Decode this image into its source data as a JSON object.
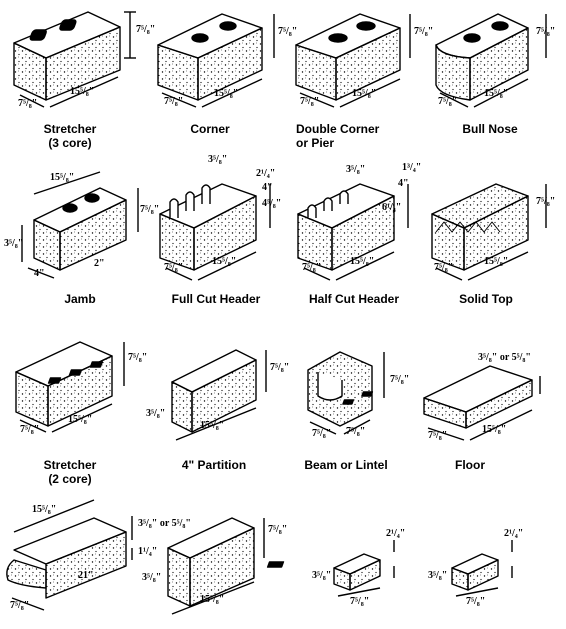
{
  "blocks": [
    {
      "caption": "Stretcher",
      "caption2": "(3 core)",
      "dims": [
        "7⁵/₈\"",
        "7⁵/₈\"",
        "15⁵/₈\""
      ]
    },
    {
      "caption": "Corner",
      "dims": [
        "7⁵/₈\"",
        "7⁵/₈\"",
        "15⁵/₈\""
      ]
    },
    {
      "caption": "Double Corner",
      "caption2": "or Pier",
      "dims": [
        "7⁵/₈\"",
        "7⁵/₈\"",
        "15⁵/₈\""
      ]
    },
    {
      "caption": "Bull Nose",
      "dims": [
        "7⁵/₈\"",
        "7⁵/₈\"",
        "15⁵/₈\""
      ]
    },
    {
      "caption": "Jamb",
      "dims": [
        "15⁵/₈\"",
        "7⁵/₈\"",
        "3⁵/₈\"",
        "4\"",
        "2\""
      ]
    },
    {
      "caption": "Full Cut Header",
      "dims": [
        "3⁵/₈\"",
        "2¹/₄\"",
        "4\"",
        "4⁵/₈\"",
        "7⁵/₈\"",
        "15⁵/₈\""
      ]
    },
    {
      "caption": "Half Cut Header",
      "dims": [
        "3⁵/₈\"",
        "1³/₄\"",
        "4\"",
        "6¹/₄\"",
        "7⁵/₈\"",
        "15⁵/₈\""
      ]
    },
    {
      "caption": "Solid Top",
      "dims": [
        "7⁵/₈\"",
        "7⁵/₈\"",
        "15⁵/₈\""
      ]
    },
    {
      "caption": "Stretcher",
      "caption2": "(2 core)",
      "dims": [
        "7⁵/₈\"",
        "7⁵/₈\"",
        "15⁵/₈\""
      ]
    },
    {
      "caption": "4\" Partition",
      "dims": [
        "7⁵/₈\"",
        "3⁵/₈\"",
        "15⁵/₈\""
      ]
    },
    {
      "caption": "Beam or Lintel",
      "dims": [
        "7⁵/₈\"",
        "7⁵/₈\"",
        "7⁵/₈\""
      ]
    },
    {
      "caption": "Floor",
      "dims": [
        "3⁵/₈\" or 5⁵/₈\"",
        "7⁵/₈\"",
        "15⁵/₈\""
      ]
    },
    {
      "dims": [
        "15⁵/₈\"",
        "3⁵/₈\" or 5⁵/₈\"",
        "1¹/₄\"",
        "21\"",
        "7⁵/₈\""
      ]
    },
    {
      "dims": [
        "7⁵/₈\"",
        "3⁵/₈\"",
        "15⁵/₈\""
      ]
    },
    {
      "dims": [
        "2¹/₄\"",
        "3⁵/₈\"",
        "7⁵/₈\""
      ]
    },
    {
      "dims": [
        "2¹/₄\"",
        "3⁵/₈\"",
        "7⁵/₈\""
      ]
    }
  ]
}
